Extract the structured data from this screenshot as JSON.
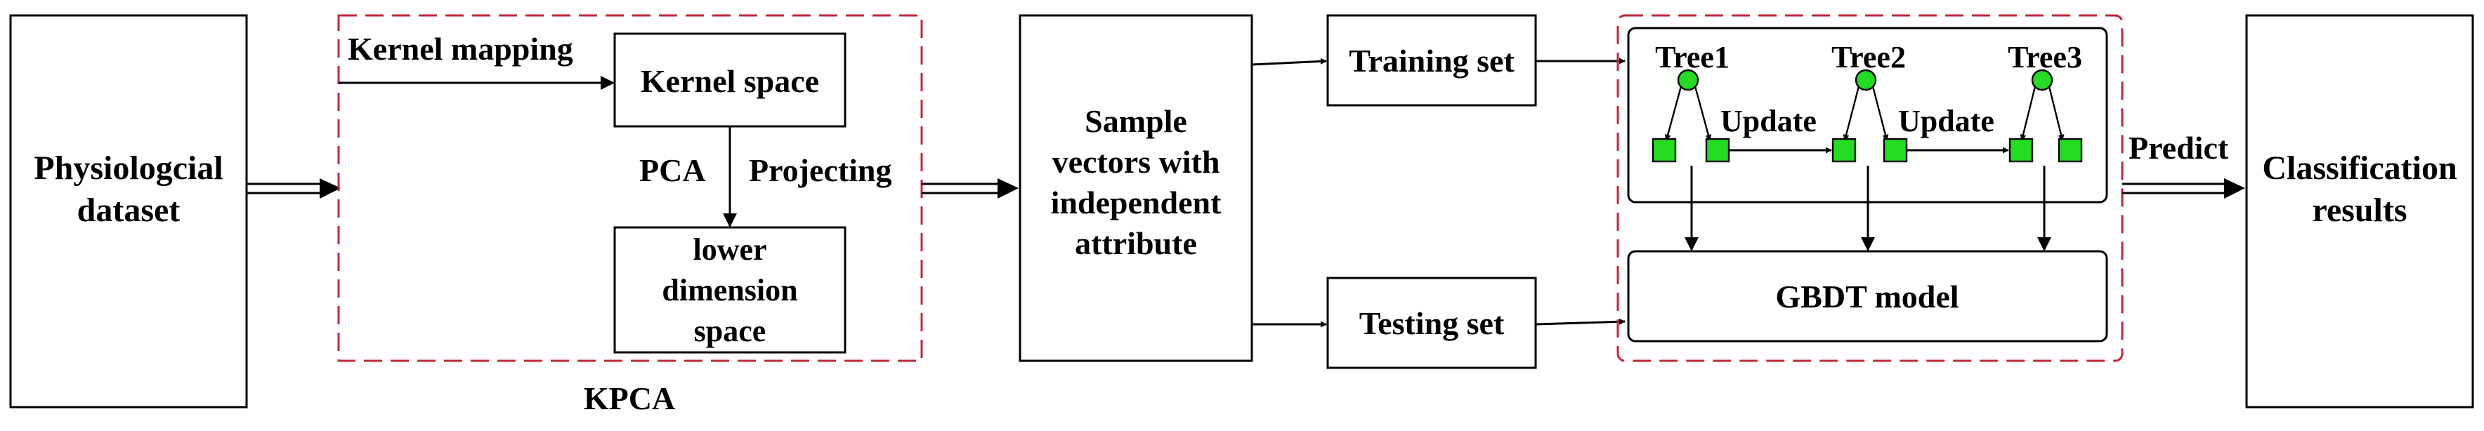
{
  "nodes": {
    "physio": {
      "line1": "Physiologcial",
      "line2": "dataset"
    },
    "kernel_space": "Kernel space",
    "lower_dim": {
      "line1": "lower",
      "line2": "dimension",
      "line3": "space"
    },
    "sample_vectors": {
      "line1": "Sample",
      "line2": "vectors with",
      "line3": "independent",
      "line4": "attribute"
    },
    "training_set": "Training set",
    "testing_set": "Testing set",
    "trees": [
      "Tree1",
      "Tree2",
      "Tree3"
    ],
    "gbdt_model": "GBDT model",
    "classification": {
      "line1": "Classification",
      "line2": "results"
    }
  },
  "edge_labels": {
    "kernel_mapping": "Kernel mapping",
    "pca": "PCA",
    "projecting": "Projecting",
    "update_1": "Update",
    "update_2": "Update",
    "predict": "Predict"
  },
  "groups": {
    "kpca": "KPCA"
  },
  "colors": {
    "group_border": "#c0283a",
    "tree_node": "#22dd22"
  }
}
